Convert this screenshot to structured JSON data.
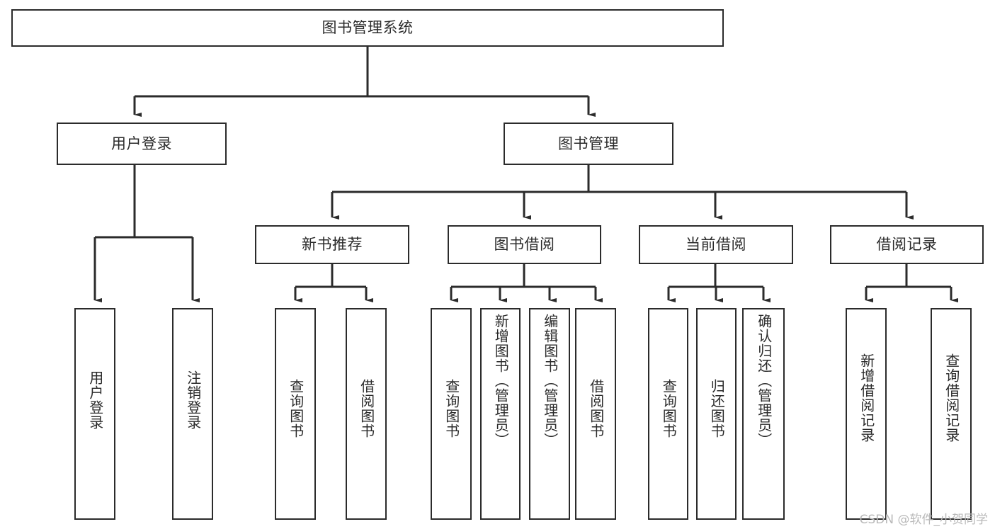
{
  "diagram": {
    "title": "图书管理系统",
    "root": {
      "label": "图书管理系统"
    },
    "level1": [
      {
        "label": "用户登录"
      },
      {
        "label": "图书管理"
      }
    ],
    "level2": [
      {
        "label": "新书推荐"
      },
      {
        "label": "图书借阅"
      },
      {
        "label": "当前借阅"
      },
      {
        "label": "借阅记录"
      }
    ],
    "leaves": {
      "user_login": [
        {
          "label": "用户登录"
        },
        {
          "label": "注销登录"
        }
      ],
      "new_book_recommend": [
        {
          "label": "查询图书"
        },
        {
          "label": "借阅图书"
        }
      ],
      "book_borrow": [
        {
          "label": "查询图书"
        },
        {
          "label": "新增图书（管理员）"
        },
        {
          "label": "编辑图书（管理员）"
        },
        {
          "label": "借阅图书"
        }
      ],
      "current_borrow": [
        {
          "label": "查询图书"
        },
        {
          "label": "归还图书"
        },
        {
          "label": "确认归还（管理员）"
        }
      ],
      "borrow_record": [
        {
          "label": "新增借阅记录"
        },
        {
          "label": "查询借阅记录"
        }
      ]
    }
  },
  "watermark": {
    "text": "CSDN @软件_小贺同学"
  },
  "colors": {
    "stroke": "#2b2b2b",
    "background": "#ffffff",
    "text": "#2b2b2b",
    "watermark": "#b9b9b9"
  }
}
